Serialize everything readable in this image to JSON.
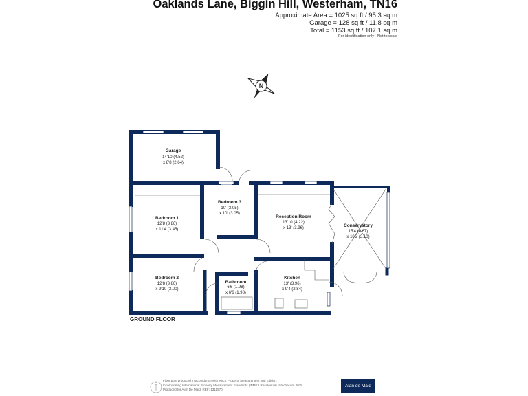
{
  "header": {
    "title": "Oaklands Lane, Biggin Hill, Westerham, TN16",
    "approx_area": "Approximate Area = 1025 sq ft / 95.3 sq m",
    "garage_area": "Garage = 128 sq ft / 11.8 sq m",
    "total_area": "Total = 1153 sq ft / 107.1 sq m",
    "note": "For identification only - Not to scale"
  },
  "compass": {
    "label": "N"
  },
  "rooms": [
    {
      "name": "Garage",
      "dim1": "14'10 (4.52)",
      "dim2": "x 8'8 (2.64)"
    },
    {
      "name": "Bedroom 1",
      "dim1": "12'8 (3.86)",
      "dim2": "x 11'4 (3.45)"
    },
    {
      "name": "Bedroom 3",
      "dim1": "10' (3.05)",
      "dim2": "x 10' (3.05)"
    },
    {
      "name": "Reception Room",
      "dim1": "13'10 (4.22)",
      "dim2": "x 13' (3.96)"
    },
    {
      "name": "Conservatory",
      "dim1": "15'4 (4.67)",
      "dim2": "x 10'2 (3.10)"
    },
    {
      "name": "Bedroom 2",
      "dim1": "12'8 (3.86)",
      "dim2": "x 9'10 (3.00)"
    },
    {
      "name": "Bathroom",
      "dim1": "6'6 (1.98)",
      "dim2": "x 6'6 (1.98)"
    },
    {
      "name": "Kitchen",
      "dim1": "13' (3.96)",
      "dim2": "x 9'4 (2.84)"
    }
  ],
  "floor_label": "GROUND FLOOR",
  "footer": {
    "line1": "Floor plan produced in accordance with RICS Property Measurement 2nd Edition,",
    "line2": "Incorporating International Property Measurement Standards (IPMS2 Residential). ©nichecom 2025",
    "line3": "Produced for Alan De Maid.   REF: 1311570",
    "logo": "Alan de Maid"
  },
  "colors": {
    "walls": "#0e2a5a"
  }
}
